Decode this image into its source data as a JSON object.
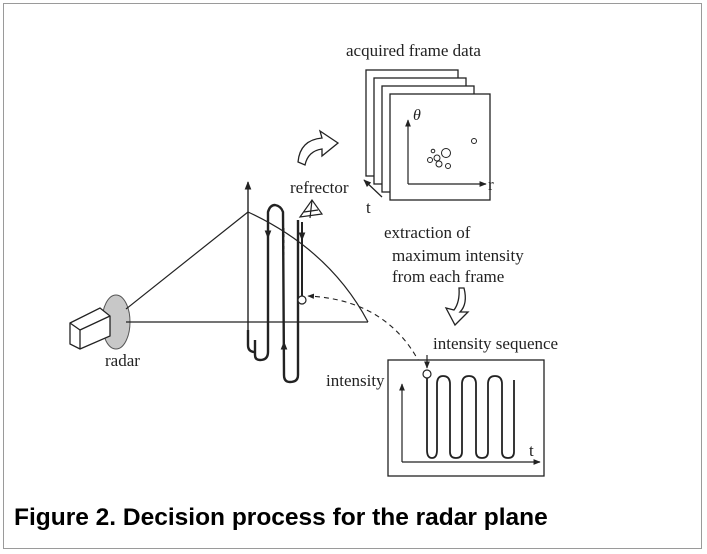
{
  "figure": {
    "caption": "Figure 2. Decision process for the radar plane"
  },
  "labels": {
    "acquired_frame_data": "acquired frame data",
    "theta_axis": "θ",
    "r_axis": "r",
    "refrector": "refrector",
    "time_axis_frames": "t",
    "extraction_line1": "extraction of",
    "extraction_line2": "maximum intensity",
    "extraction_line3": "from each frame",
    "intensity_sequence": "intensity sequence",
    "intensity_axis": "intensity",
    "time_axis_plot": "t",
    "radar": "radar"
  },
  "colors": {
    "ink": "#222222",
    "radar_dish": "#c8c8c8",
    "frame_border": "#9a9a9a"
  },
  "icons": {
    "curved_arrow": "curved-arrow-icon",
    "down_arrow": "down-arrow-icon",
    "reflector": "pyramid-reflector-icon",
    "radar": "radar-device-icon"
  }
}
